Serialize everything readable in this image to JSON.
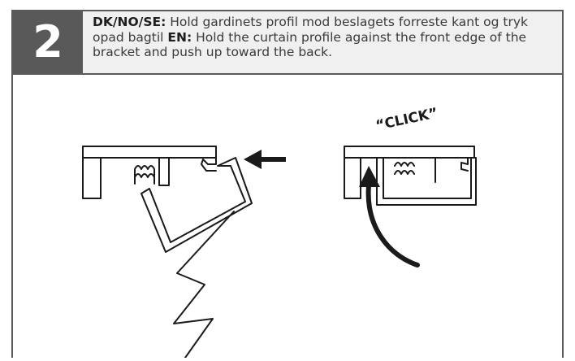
{
  "step": {
    "number": "2"
  },
  "instruction": {
    "lang1_label": "DK/NO/SE:",
    "lang1_text": " Hold gardinets profil mod beslagets forreste kant og tryk opad bagtil ",
    "lang2_label": "EN:",
    "lang2_text": " Hold the curtain profile against the front edge of the bracket and push up toward the back."
  },
  "illustration": {
    "click_label": "“CLICK”",
    "colors": {
      "line": "#1a1a1a",
      "header_box": "#595959",
      "border": "#5a5a5a"
    }
  }
}
